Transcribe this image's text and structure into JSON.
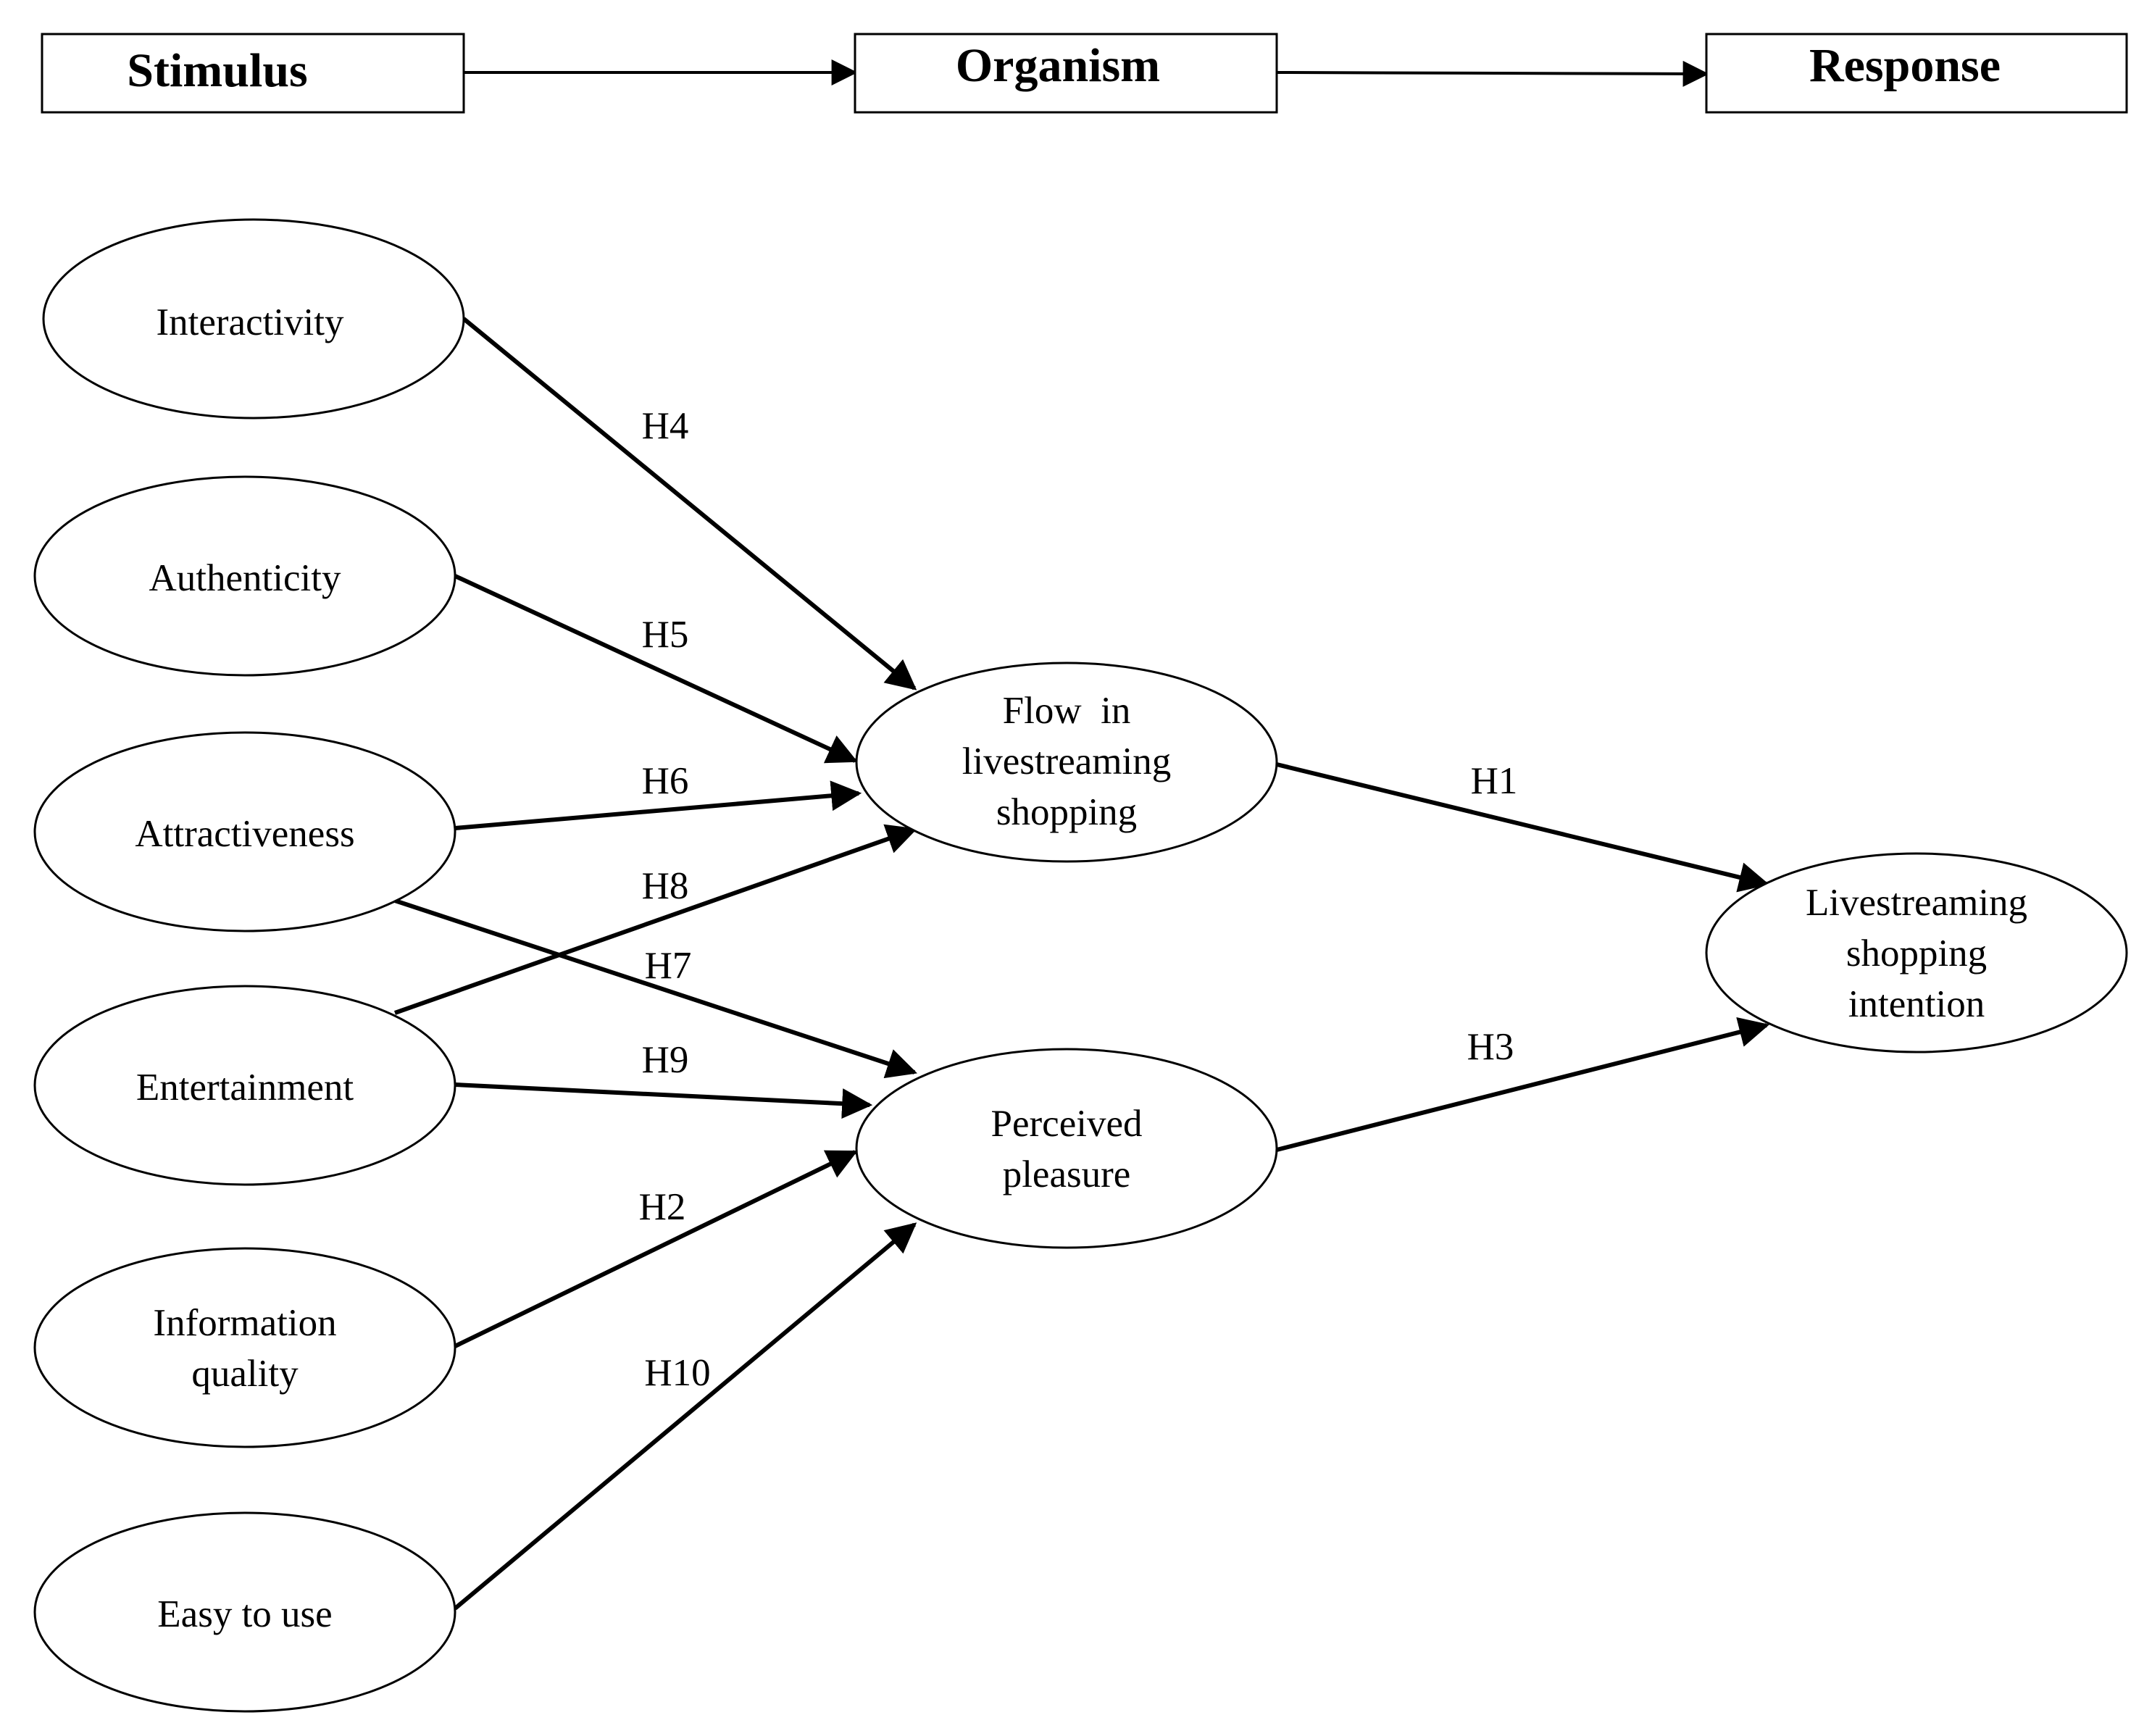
{
  "stages": [
    {
      "id": "stimulus",
      "label": "Stimulus"
    },
    {
      "id": "organism",
      "label": "Organism"
    },
    {
      "id": "response",
      "label": "Response"
    }
  ],
  "constructs": [
    {
      "id": "interactivity",
      "lines": [
        "Interactivity"
      ]
    },
    {
      "id": "authenticity",
      "lines": [
        "Authenticity"
      ]
    },
    {
      "id": "attractiveness",
      "lines": [
        "Attractiveness"
      ]
    },
    {
      "id": "entertainment",
      "lines": [
        "Entertainment"
      ]
    },
    {
      "id": "information-quality",
      "lines": [
        "Information",
        "quality"
      ]
    },
    {
      "id": "easy-to-use",
      "lines": [
        "Easy to use"
      ]
    },
    {
      "id": "flow",
      "lines": [
        "Flow  in",
        "livestreaming",
        "shopping"
      ]
    },
    {
      "id": "pleasure",
      "lines": [
        "Perceived",
        "pleasure"
      ]
    },
    {
      "id": "intention",
      "lines": [
        "Livestreaming",
        "shopping",
        "intention"
      ]
    }
  ],
  "hypotheses": [
    {
      "label": "H4",
      "from": "interactivity",
      "to": "flow"
    },
    {
      "label": "H5",
      "from": "authenticity",
      "to": "flow"
    },
    {
      "label": "H6",
      "from": "attractiveness",
      "to": "flow"
    },
    {
      "label": "H8",
      "from": "entertainment",
      "to": "flow"
    },
    {
      "label": "H7",
      "from": "attractiveness",
      "to": "pleasure"
    },
    {
      "label": "H9",
      "from": "entertainment",
      "to": "pleasure"
    },
    {
      "label": "H2",
      "from": "information-quality",
      "to": "pleasure"
    },
    {
      "label": "H10",
      "from": "easy-to-use",
      "to": "pleasure"
    },
    {
      "label": "H1",
      "from": "flow",
      "to": "intention"
    },
    {
      "label": "H3",
      "from": "pleasure",
      "to": "intention"
    }
  ]
}
